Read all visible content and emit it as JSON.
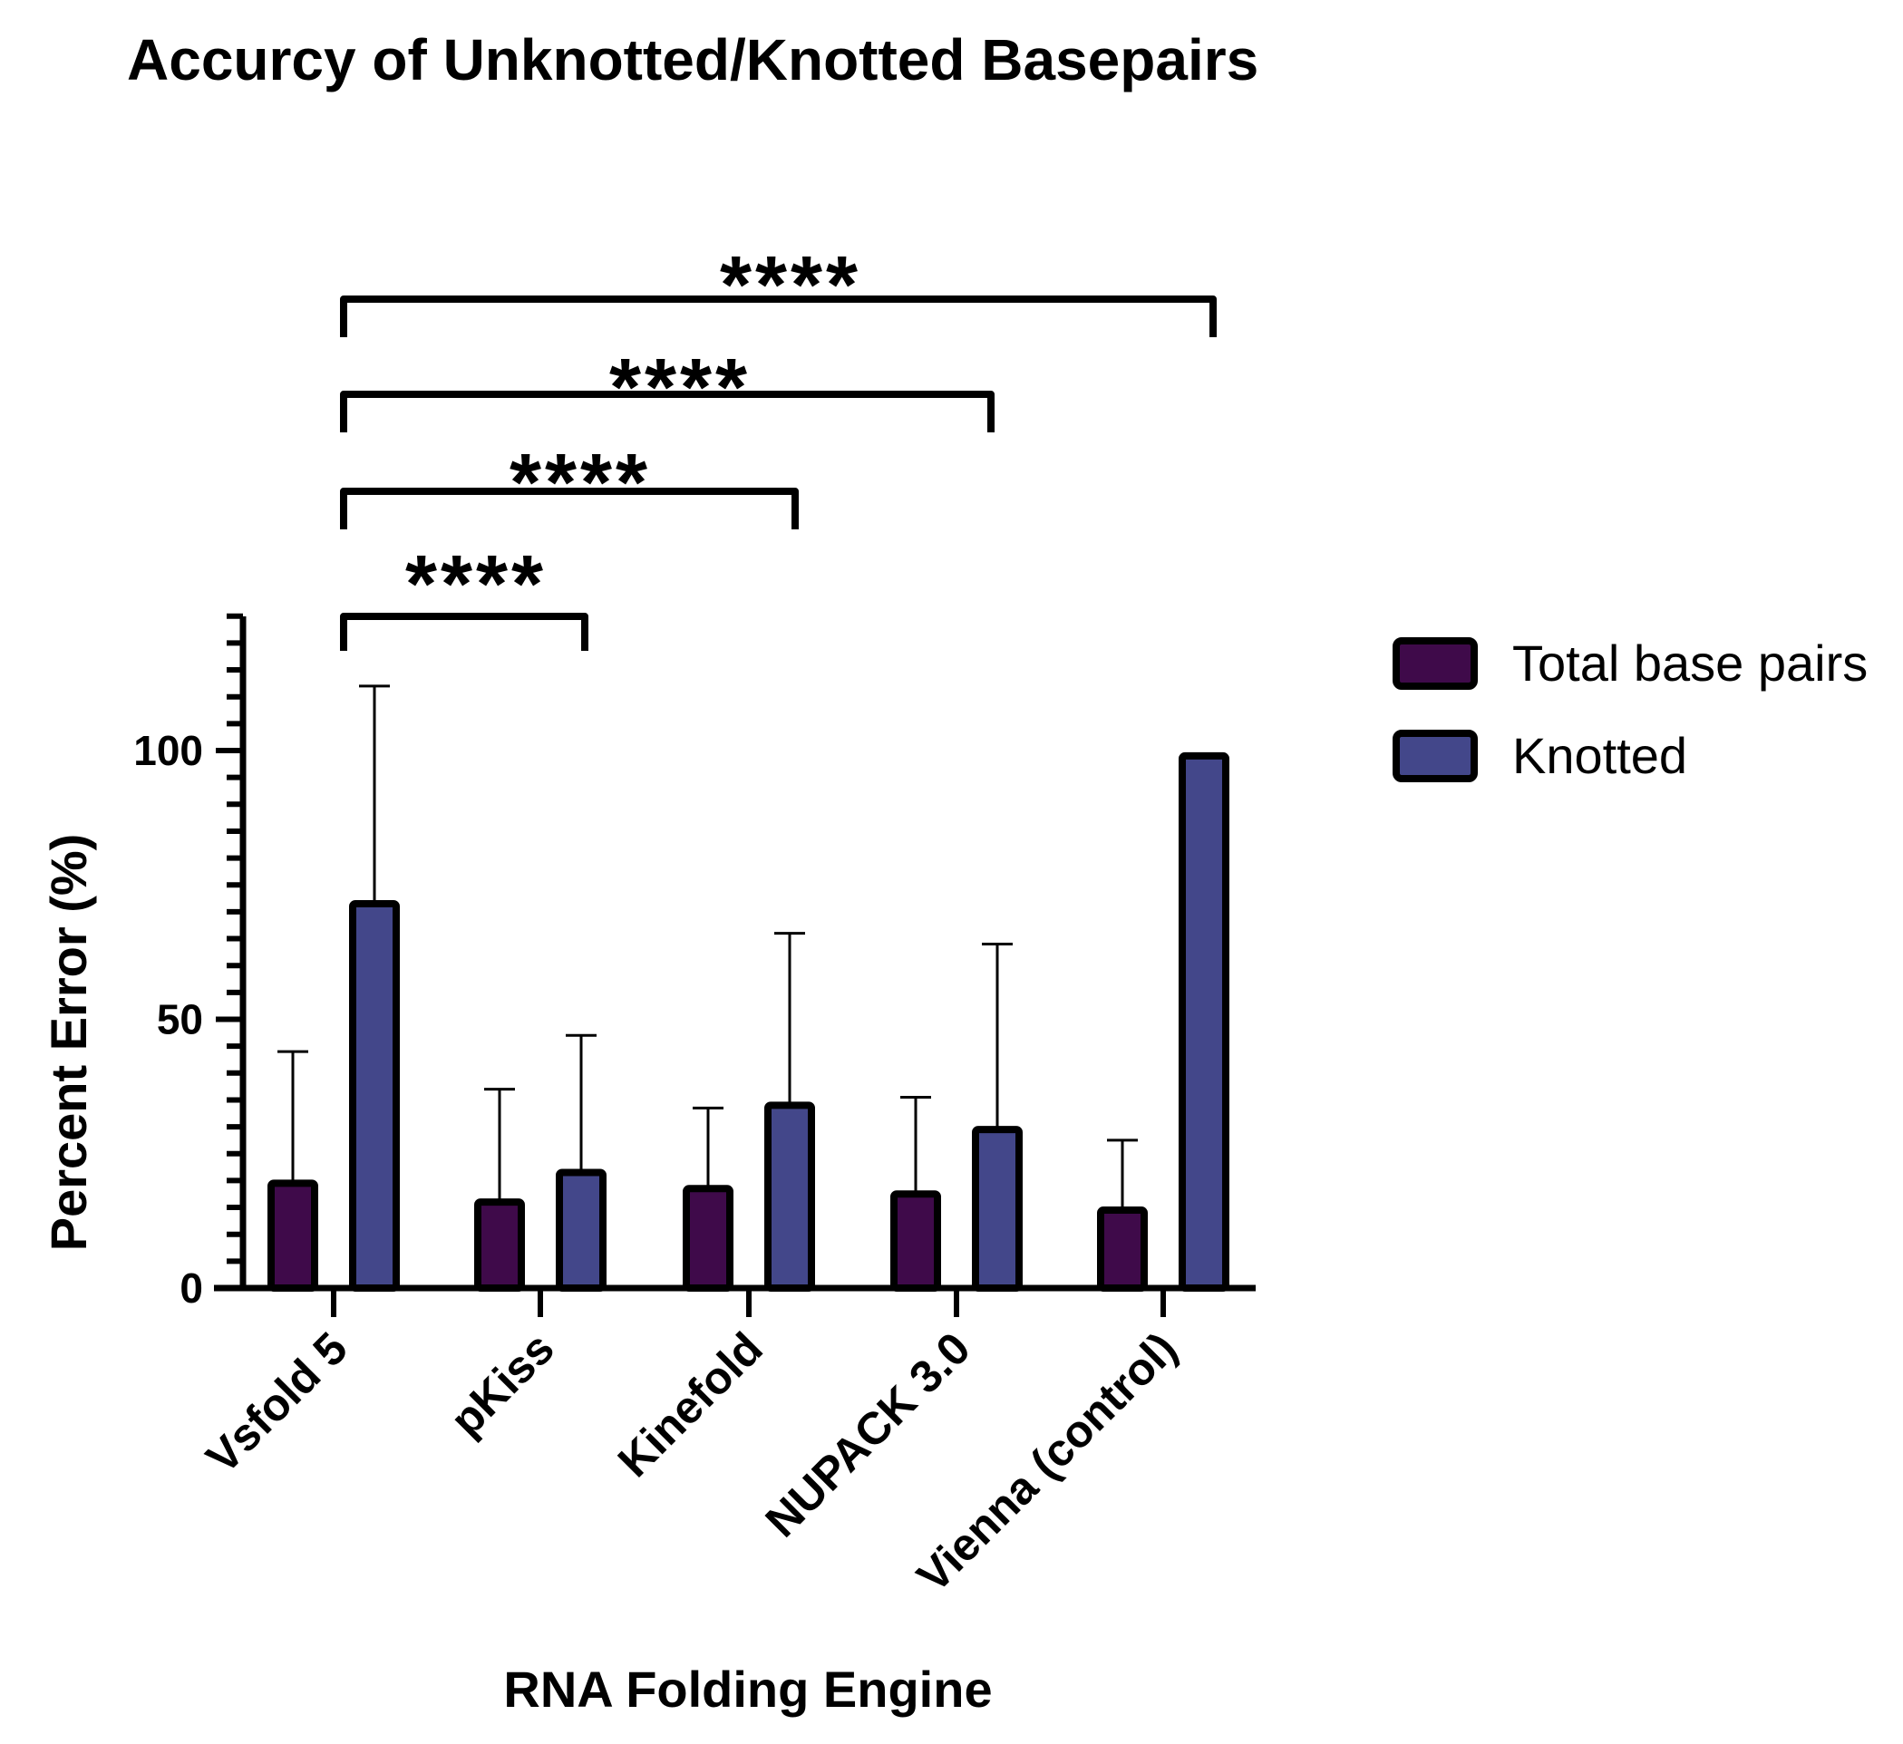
{
  "chart_data": {
    "type": "bar",
    "title": "Accurcy of Unknotted/Knotted Basepairs",
    "xlabel": "RNA Folding Engine",
    "ylabel": "Percent Error (%)",
    "ylim": [
      0,
      125
    ],
    "yticks": [
      0,
      50,
      100
    ],
    "categories": [
      "Vsfold 5",
      "pKiss",
      "Kinefold",
      "NUPACK 3.0",
      "Vienna (control)"
    ],
    "series": [
      {
        "name": "Total base pairs",
        "color": "#3f0a4a",
        "values": [
          19.5,
          16,
          18.5,
          17.5,
          14.5
        ],
        "error_upper": [
          44,
          37,
          33.5,
          35.5,
          27.5
        ]
      },
      {
        "name": "Knotted",
        "color": "#43478a",
        "values": [
          71.5,
          21.5,
          34,
          29.5,
          99
        ],
        "error_upper": [
          112,
          47,
          66,
          64,
          null
        ]
      }
    ],
    "legend_position": "right",
    "grid": false,
    "significance": [
      {
        "label": "****",
        "from": "Vsfold 5",
        "to": "pKiss"
      },
      {
        "label": "****",
        "from": "Vsfold 5",
        "to": "Kinefold"
      },
      {
        "label": "****",
        "from": "Vsfold 5",
        "to": "NUPACK 3.0"
      },
      {
        "label": "****",
        "from": "Vsfold 5",
        "to": "Vienna (control)"
      }
    ]
  }
}
